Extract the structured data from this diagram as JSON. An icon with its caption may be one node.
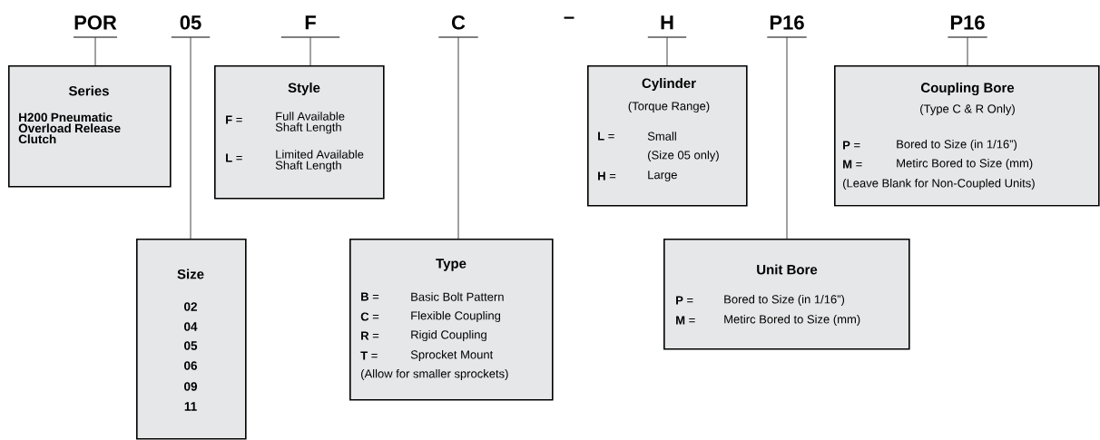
{
  "diagram": {
    "nodes": [
      {
        "text": [
          "POR"
        ]
      },
      {
        "text": [
          "05"
        ]
      },
      {
        "text": [
          "F"
        ]
      },
      {
        "text": [
          "C"
        ]
      },
      {
        "text": [
          "H"
        ]
      },
      {
        "text": [
          "P16"
        ]
      },
      {
        "text": [
          "P16"
        ]
      },
      {
        "text": [
          "Series",
          "H200 Pneumatic Overload Release Clutch"
        ]
      },
      {
        "text": [
          "Style",
          "**F** =",
          "Full Available Shaft Length",
          "**L** =",
          "Limited Available Shaft Length"
        ]
      },
      {
        "text": [
          "Cylinder",
          "(Torque Range)",
          "**L** =",
          "Small",
          "(Size 05 only)",
          "**H** =",
          "Large"
        ]
      },
      {
        "text": [
          "Coupling Bore",
          "(Type C & R Only)",
          "**P** =",
          "Bored to Size (in 1/16”)",
          "**M** =",
          "Metirc Bored to Size (mm)",
          "(Leave Blank for Non-Coupled Units)"
        ]
      },
      {
        "text": [
          "Size",
          "02",
          "04",
          "05",
          "06",
          "09",
          "11"
        ]
      },
      {
        "text": [
          "Type",
          "**B** =",
          "Basic Bolt Pattern",
          "**C** =",
          "Flexible Coupling",
          "**R** =",
          "Rigid Coupling",
          "**T** =",
          "Sprocket Mount",
          "(Allow for smaller sprockets)"
        ]
      },
      {
        "text": [
          "Unit Bore",
          "**P** =",
          "Bored to Size (in 1/16”)",
          "**M** =",
          "Metirc Bored to Size (mm)"
        ]
      }
    ],
    "edges": [
      {
        "from": 0,
        "to": 7,
        "arrow": "none"
      },
      {
        "from": 1,
        "to": 11,
        "arrow": "none"
      },
      {
        "from": 2,
        "to": 8,
        "arrow": "none"
      },
      {
        "from": 3,
        "to": 12,
        "arrow": "none"
      },
      {
        "from": 4,
        "to": 9,
        "arrow": "none"
      },
      {
        "from": 5,
        "to": 13,
        "arrow": "none"
      },
      {
        "from": 6,
        "to": 10,
        "arrow": "none"
      }
    ],
    "labels": [
      "–"
    ]
  }
}
